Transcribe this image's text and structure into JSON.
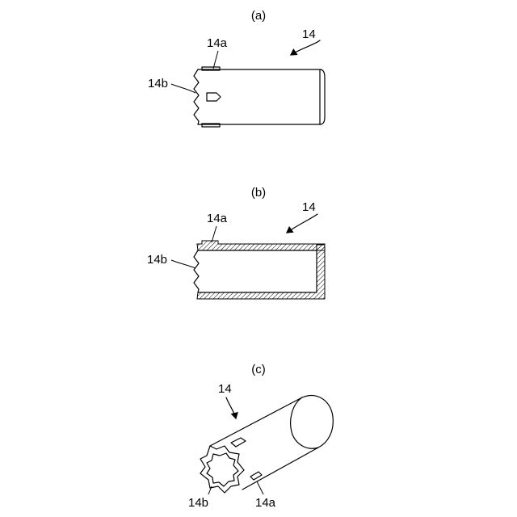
{
  "figure_a": {
    "caption": "(a)",
    "part_label": "14",
    "label_projection": "14a",
    "label_cutout": "14b"
  },
  "figure_b": {
    "caption": "(b)",
    "part_label": "14",
    "label_projection": "14a",
    "label_cutout": "14b"
  },
  "figure_c": {
    "caption": "(c)",
    "part_label": "14",
    "label_projection": "14a",
    "label_cutout": "14b"
  }
}
